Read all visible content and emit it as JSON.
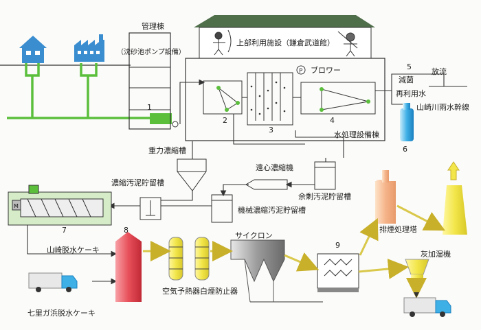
{
  "labels": {
    "kanritou": "管理棟",
    "kanritou_sub": "（沈砂池ポンプ設備）",
    "upper_facility": "上部利用施設（鎌倉武道館）",
    "blower": "ブロワー",
    "gensui": "減菌",
    "houryu": "放流",
    "sairiyou": "再利用水",
    "yamazaki_river": "山崎川雨水幹線",
    "water_building": "水処理設備棟",
    "gravity_thickener": "重力濃縮槽",
    "centrifugal": "遠心濃縮機",
    "excess_sludge": "余剰汚泥貯留槽",
    "thick_sludge": "濃縮汚泥貯留槽",
    "mech_sludge": "機械濃縮汚泥貯留槽",
    "exhaust": "排煙処理塔",
    "yamazaki_cake": "山崎脱水ケーキ",
    "cyclone": "サイクロン",
    "ash_mixer": "灰加湿機",
    "air_preheater": "空気予熱器白煙防止器",
    "shichirigahama": "七里ガ浜脱水ケーキ"
  },
  "numbers": {
    "n1": "1",
    "n2": "2",
    "n3": "3",
    "n4": "4",
    "n5": "5",
    "n6": "6",
    "n7": "7",
    "n8": "8",
    "n9": "9"
  },
  "icons": {
    "house": "house-icon",
    "factory": "factory-icon",
    "truck": "truck-icon",
    "blower": "blower-circle-p-icon",
    "up_arrow": "up-arrow-icon"
  },
  "colors": {
    "pipe_green": "#5bbf3c",
    "house_blue": "#3a8ed0",
    "roof_green": "#4f6e4a",
    "flow_yellow": "#d9c84a",
    "furnace_red": "#e8505a",
    "chimney_yellow": "#f2e64a",
    "exhaust_orange": "#f5b48a",
    "tank_cyan": "#3fb0e6",
    "press_green": "#d6ecc8"
  }
}
